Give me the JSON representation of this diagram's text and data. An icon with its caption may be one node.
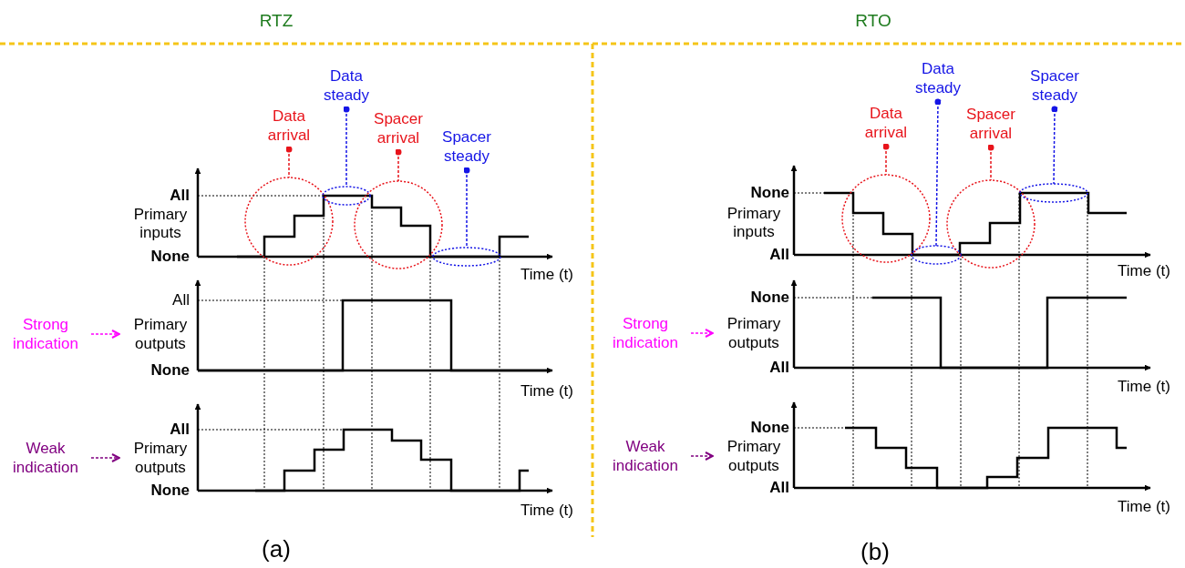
{
  "diagram": {
    "nodes": [
      {
        "text": [
          "Data arrival"
        ]
      },
      {
        "text": [],
        "shape": "circle"
      },
      {
        "text": [
          "Data steady"
        ]
      },
      {
        "text": [],
        "shape": "ellipse"
      },
      {
        "text": [
          "Spacer arrival"
        ]
      },
      {
        "text": [],
        "shape": "circle"
      },
      {
        "text": [
          "Spacer steady"
        ]
      },
      {
        "text": [],
        "shape": "ellipse"
      },
      {
        "text": [
          "Strong indication"
        ]
      },
      {
        "text": [
          "Primary outputs"
        ]
      },
      {
        "text": [
          "Weak indication"
        ]
      },
      {
        "text": [
          "Primary outputs"
        ]
      },
      {
        "text": [
          "Data arrival"
        ]
      },
      {
        "text": [],
        "shape": "circle"
      },
      {
        "text": [
          "Data steady"
        ]
      },
      {
        "text": [],
        "shape": "ellipse"
      },
      {
        "text": [
          "Spacer arrival"
        ]
      },
      {
        "text": [],
        "shape": "circle"
      },
      {
        "text": [
          "Spacer steady"
        ]
      },
      {
        "text": [],
        "shape": "ellipse"
      },
      {
        "text": [
          "Strong indication"
        ]
      },
      {
        "text": [
          "Primary outputs"
        ]
      },
      {
        "text": [
          "Weak indication"
        ]
      },
      {
        "text": [
          "Primary outputs"
        ]
      }
    ],
    "edges": [
      {
        "from": 0,
        "to": 1,
        "arrow": "other",
        "style": "dashed",
        "color": "#e8141b"
      },
      {
        "from": 2,
        "to": 3,
        "arrow": "other",
        "style": "dashed",
        "color": "#1515e6"
      },
      {
        "from": 4,
        "to": 5,
        "arrow": "other",
        "style": "dashed",
        "color": "#e8141b"
      },
      {
        "from": 6,
        "to": 7,
        "arrow": "other",
        "style": "dashed",
        "color": "#1515e6"
      },
      {
        "from": 8,
        "to": 9,
        "arrow": "to",
        "style": "dashed",
        "color": "#ff00ff"
      },
      {
        "from": 10,
        "to": 11,
        "arrow": "to",
        "style": "dashed",
        "color": "#800080"
      },
      {
        "from": 12,
        "to": 13,
        "arrow": "other",
        "style": "dashed",
        "color": "#e8141b"
      },
      {
        "from": 14,
        "to": 15,
        "arrow": "other",
        "style": "dashed",
        "color": "#1515e6"
      },
      {
        "from": 16,
        "to": 17,
        "arrow": "other",
        "style": "dashed",
        "color": "#e8141b"
      },
      {
        "from": 18,
        "to": 19,
        "arrow": "other",
        "style": "dashed",
        "color": "#1515e6"
      },
      {
        "from": 20,
        "to": 21,
        "arrow": "to",
        "style": "dashed",
        "color": "#ff00ff"
      },
      {
        "from": 22,
        "to": 23,
        "arrow": "to",
        "style": "dashed",
        "color": "#800080"
      }
    ],
    "labels": [
      "RTZ",
      "RTO",
      "All",
      "Primary inputs",
      "None",
      "Time (t)",
      "All",
      "None",
      "Time (t)",
      "All",
      "None",
      "Time (t)",
      "(a)",
      "None",
      "Primary inputs",
      "All",
      "Time (t)",
      "None",
      "All",
      "Time (t)",
      "None",
      "All",
      "Time (t)",
      "(b)"
    ]
  }
}
